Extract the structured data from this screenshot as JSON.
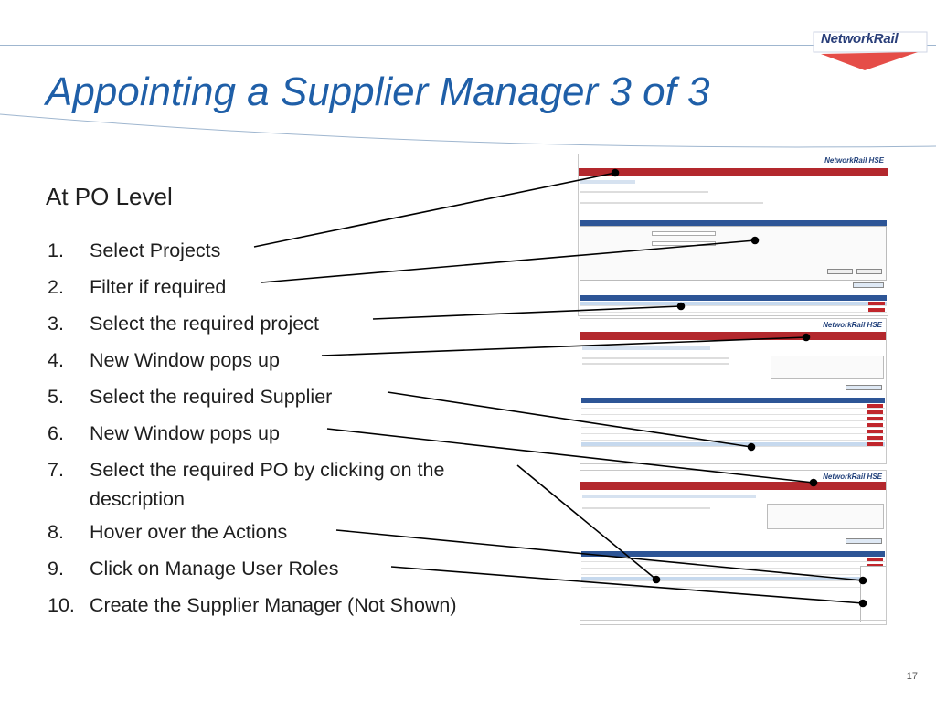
{
  "logo": {
    "text": "NetworkRail"
  },
  "title": "Appointing a Supplier Manager 3 of 3",
  "subtitle": "At PO Level",
  "steps": [
    {
      "num": "1.",
      "text": "Select Projects"
    },
    {
      "num": "2.",
      "text": "Filter if required"
    },
    {
      "num": "3.",
      "text": "Select the required project"
    },
    {
      "num": "4.",
      "text": "New Window pops up"
    },
    {
      "num": "5.",
      "text": "Select the required Supplier"
    },
    {
      "num": "6.",
      "text": "New Window pops up"
    },
    {
      "num": "7.",
      "text": "Select the required PO by clicking on the description"
    },
    {
      "num": "8.",
      "text": "Hover over the Actions"
    },
    {
      "num": "9.",
      "text": "Click on Manage User Roles"
    },
    {
      "num": "10.",
      "text": "Create the Supplier Manager (Not Shown)"
    }
  ],
  "screens": {
    "brand": "NetworkRail HSE"
  },
  "page_number": "17",
  "colors": {
    "title": "#1f5fa8",
    "nav": "#b3282d",
    "table_header": "#2d5596",
    "logo": "#2a3f7a"
  }
}
